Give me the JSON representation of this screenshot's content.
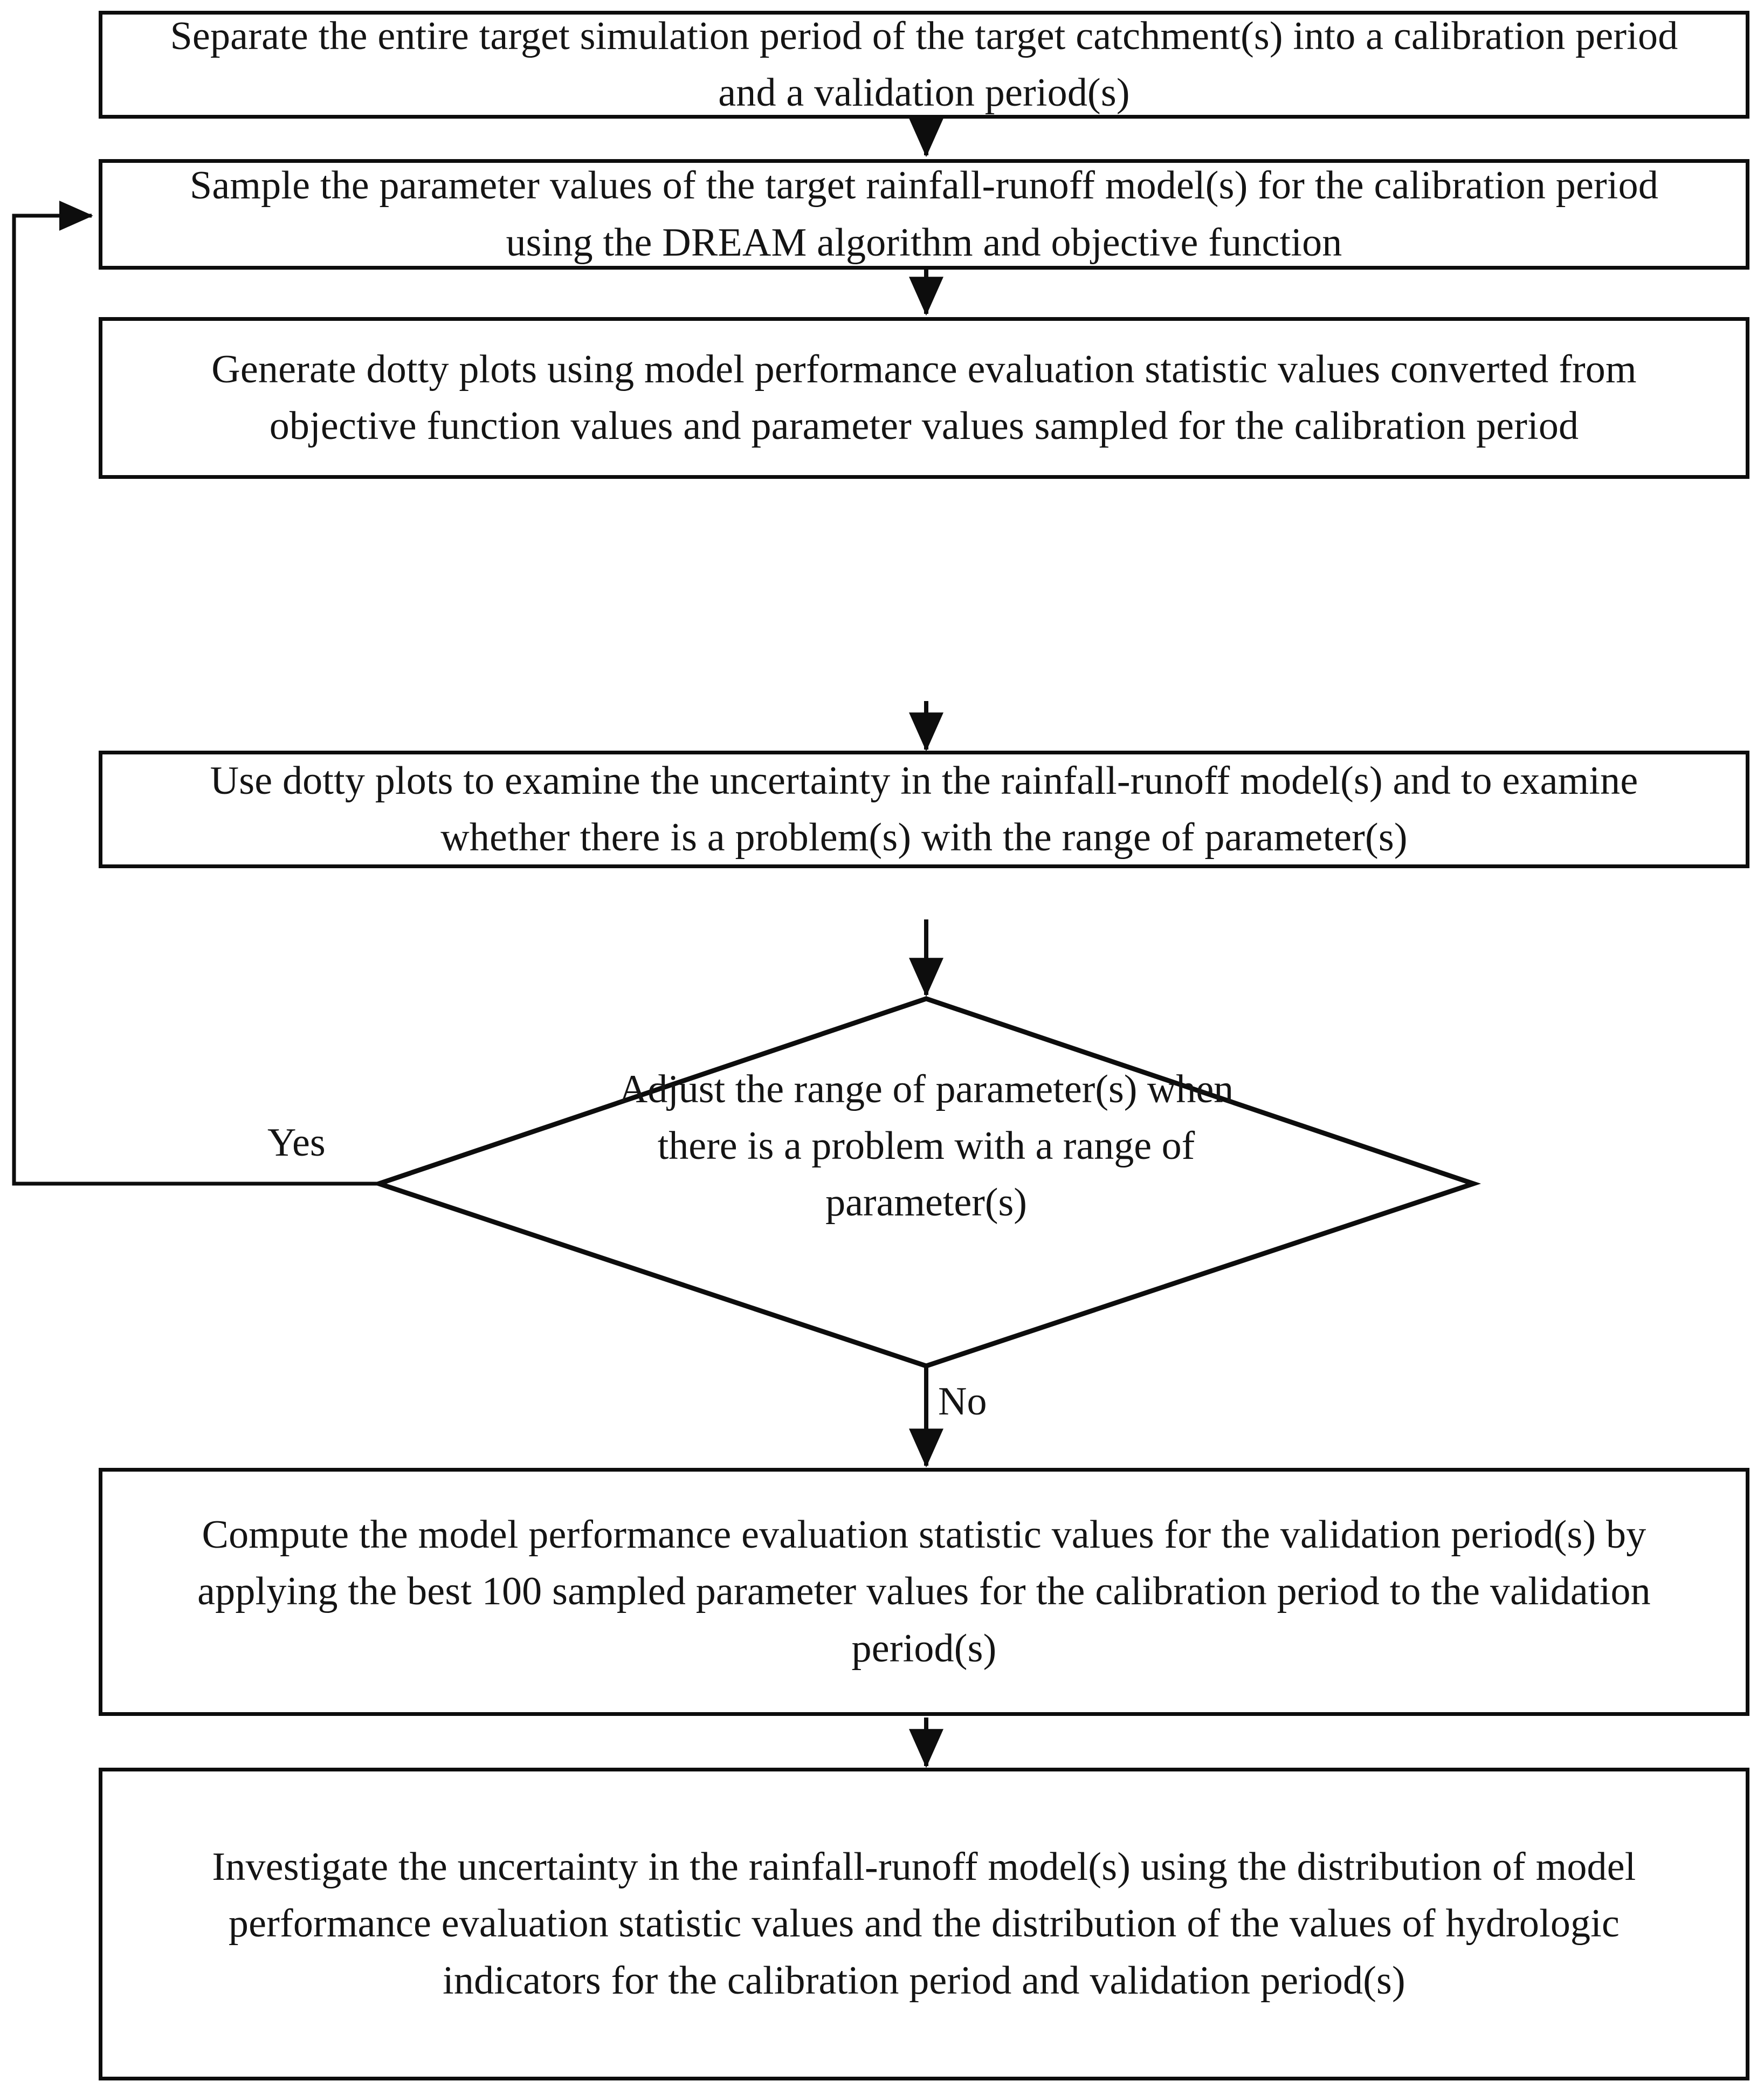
{
  "diagram": {
    "type": "flowchart",
    "orientation": "top-to-bottom",
    "nodes": [
      {
        "id": "step-1",
        "shape": "process",
        "text": "Separate the entire target simulation period of the target catchment(s) into a calibration period and a validation period(s)"
      },
      {
        "id": "step-2",
        "shape": "process",
        "text": "Sample the parameter values of the target rainfall-runoff model(s) for the calibration period using the DREAM algorithm and objective function"
      },
      {
        "id": "step-3",
        "shape": "process",
        "text": "Generate dotty plots using model performance evaluation statistic values converted from objective function values and parameter values sampled for the calibration period"
      },
      {
        "id": "step-4",
        "shape": "process",
        "text": "Use dotty plots to examine the uncertainty in the rainfall-runoff model(s) and to examine whether there is a problem(s) with the range of parameter(s)"
      },
      {
        "id": "decision-1",
        "shape": "decision",
        "text": "Adjust the range of parameter(s) when there is a problem with a range of parameter(s)"
      },
      {
        "id": "step-5",
        "shape": "process",
        "text": "Compute the model performance evaluation statistic values for the validation period(s) by applying the best 100 sampled parameter values for the calibration period to the validation period(s)"
      },
      {
        "id": "step-6",
        "shape": "process",
        "text": "Investigate the uncertainty in the rainfall-runoff model(s) using the distribution of model performance evaluation statistic values and the distribution of the values of hydrologic indicators for the calibration period and validation period(s)"
      }
    ],
    "edge_labels": {
      "yes": "Yes",
      "no": "No"
    },
    "colors": {
      "stroke": "#0d0d0d",
      "fill": "#ffffff",
      "text": "#141414"
    }
  }
}
